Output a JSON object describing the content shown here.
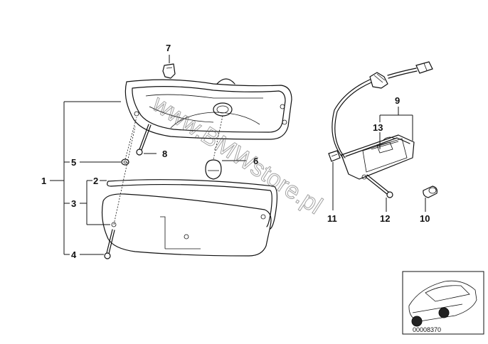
{
  "callouts": {
    "c1": "1",
    "c2": "2",
    "c3": "3",
    "c4": "4",
    "c5": "5",
    "c6": "6",
    "c7": "7",
    "c8": "8",
    "c9": "9",
    "c10": "10",
    "c11": "11",
    "c12": "12",
    "c13": "13"
  },
  "watermark": "www.BMWstore.pl",
  "thumbnail": {
    "reference_number": "00008370"
  }
}
